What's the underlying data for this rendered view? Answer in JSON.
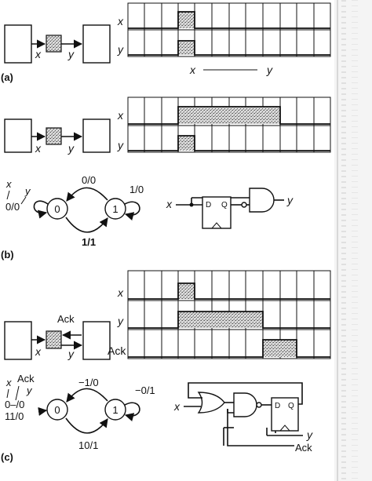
{
  "part_labels": {
    "a": "(a)",
    "b": "(b)",
    "c": "(c)"
  },
  "signal_names": {
    "x": "x",
    "y": "y",
    "ack": "Ack"
  },
  "part_a": {
    "port_x": "x",
    "port_y": "y",
    "delay_x": "x",
    "delay_y": "y"
  },
  "part_b": {
    "port_x": "x",
    "port_y": "y",
    "fsm_legend_x": "x",
    "fsm_legend_y": "y",
    "fsm_legend_value": "0/0",
    "state_0": "0",
    "state_1": "1",
    "edge_top": "0/0",
    "edge_self_1": "1/0",
    "edge_bottom": "1/1",
    "circuit_in": "x",
    "circuit_out": "y",
    "ff_d": "D",
    "ff_q": "Q"
  },
  "part_c": {
    "port_ack": "Ack",
    "port_x": "x",
    "port_y": "y",
    "fsm_legend_x": "x",
    "fsm_legend_ack": "Ack",
    "fsm_legend_y": "y",
    "fsm_legend_line1": "0–/0",
    "fsm_legend_line2": "11/0",
    "state_0": "0",
    "state_1": "1",
    "edge_top": "−1/0",
    "edge_self_1": "−0/1",
    "edge_bottom": "10/1",
    "circuit_in": "x",
    "circuit_out_y": "y",
    "circuit_out_ack": "Ack",
    "ff_d": "D",
    "ff_q": "Q"
  }
}
